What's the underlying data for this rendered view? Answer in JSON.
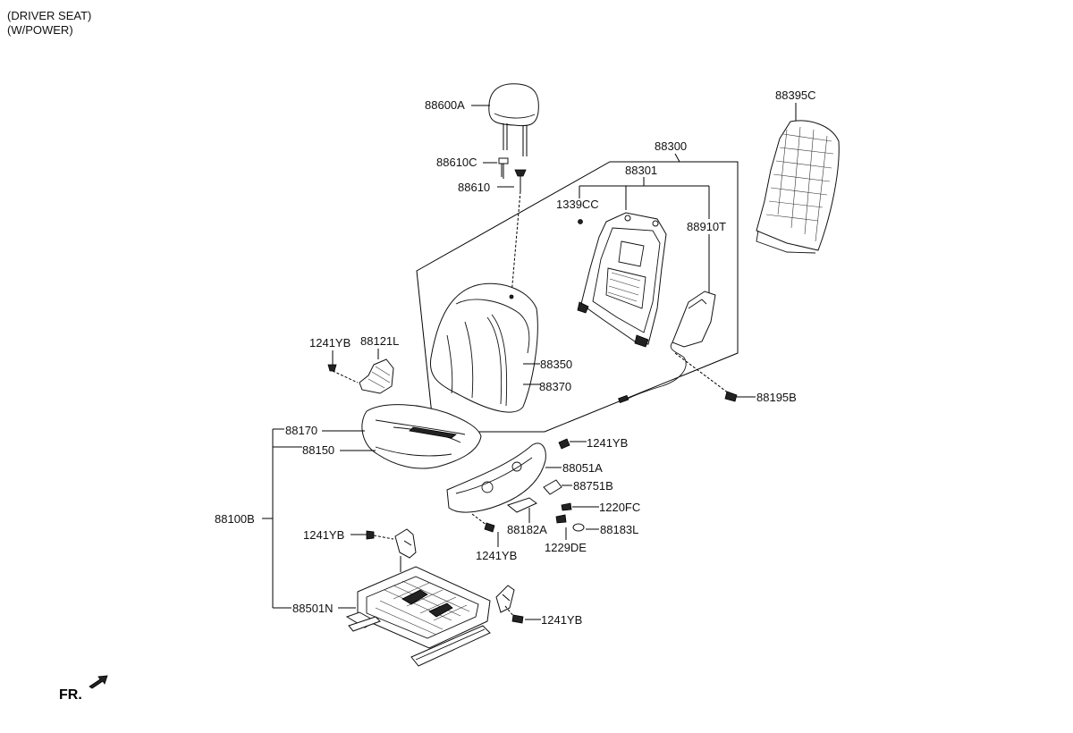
{
  "header": {
    "line1": "(DRIVER SEAT)",
    "line2": "(W/POWER)"
  },
  "front_indicator": {
    "label": "FR.",
    "icon": "front-arrow-icon"
  },
  "parts": {
    "p88600A": "88600A",
    "p88610C": "88610C",
    "p88610": "88610",
    "p88300": "88300",
    "p88301": "88301",
    "p1339CC": "1339CC",
    "p88910T": "88910T",
    "p88395C": "88395C",
    "p1241YB_a": "1241YB",
    "p88121L": "88121L",
    "p88350": "88350",
    "p88370": "88370",
    "p88195B": "88195B",
    "p88170": "88170",
    "p88150": "88150",
    "p1241YB_b": "1241YB",
    "p88051A": "88051A",
    "p88751B": "88751B",
    "p1220FC": "1220FC",
    "p88100B": "88100B",
    "p1241YB_c": "1241YB",
    "p88182A": "88182A",
    "p88183L": "88183L",
    "p1229DE": "1229DE",
    "p1241YB_d": "1241YB",
    "p88501N": "88501N",
    "p1241YB_e": "1241YB"
  }
}
